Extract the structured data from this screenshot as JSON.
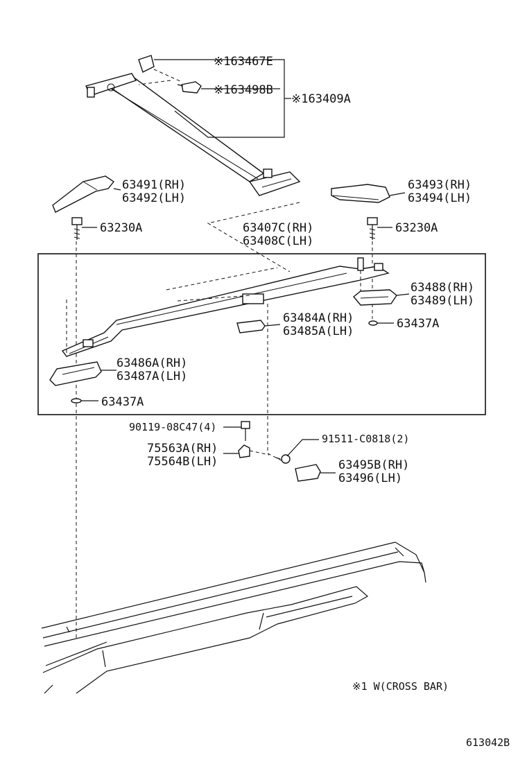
{
  "labels": {
    "p163467E": "※163467E",
    "p163498B": "※163498B",
    "p163409A": "※163409A",
    "p63491": "63491(RH)",
    "p63492": "63492(LH)",
    "p63493": "63493(RH)",
    "p63494": "63494(LH)",
    "p63230A_left": "63230A",
    "p63230A_right": "63230A",
    "p63407C": "63407C(RH)",
    "p63408C": "63408C(LH)",
    "p63488": "63488(RH)",
    "p63489": "63489(LH)",
    "p63484A": "63484A(RH)",
    "p63485A": "63485A(LH)",
    "p63437A_right": "63437A",
    "p63486A": "63486A(RH)",
    "p63487A": "63487A(LH)",
    "p63437A_left": "63437A",
    "p90119": "90119-08C47(4)",
    "p91511": "91511-C0818(2)",
    "p75563A": "75563A(RH)",
    "p75564B": "75564B(LH)",
    "p63495B": "63495B(RH)",
    "p63496": "63496(LH)"
  },
  "note": "※1  W(CROSS BAR)",
  "diagram_code": "613042B"
}
